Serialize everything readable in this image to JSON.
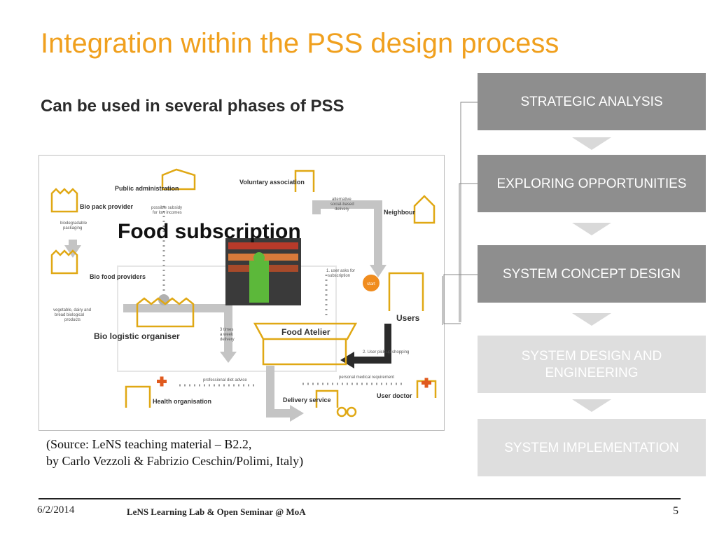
{
  "slide": {
    "title": "Integration within the PSS design process",
    "subtitle": "Can be used in several phases of PSS",
    "source_line1": "(Source: LeNS teaching material – B2.2,",
    "source_line2": "by Carlo Vezzoli & Fabrizio Ceschin/Polimi, Italy)"
  },
  "diagram": {
    "headline": "Food subscription",
    "nodes": {
      "public_administration": "Public administration",
      "voluntary_association": "Voluntary association",
      "bio_pack_provider": "Bio pack provider",
      "bio_food_providers": "Bio food providers",
      "neighbour": "Neighbour",
      "users": "Users",
      "bio_logistic_organiser": "Bio logistic organiser",
      "food_atelier": "Food Atelier",
      "health_organisation": "Health organisation",
      "delivery_service": "Delivery service",
      "user_doctor": "User doctor"
    },
    "flows": {
      "possible_subsidy": "possible subsidy",
      "for_low_incomes": "for low incomes",
      "biodegradable": "biodegradable",
      "packaging": "packaging",
      "alternative": "alternative",
      "social_based": "social-based",
      "delivery": "delivery",
      "vegetable": "vegetable, dairy and",
      "bread": "bread biological",
      "products": "products",
      "user_asks_1": "1. user asks for",
      "user_asks_2": "subscription",
      "start": "start",
      "three_times_1": "3 times",
      "three_times_2": "a week",
      "three_times_3": "delivery",
      "pickup": "2. User pick-up shopping",
      "diet_advice": "professional diet advice",
      "medical_requirement": "personal medical requirement"
    }
  },
  "phases": [
    {
      "label": "STRATEGIC ANALYSIS",
      "state": "active"
    },
    {
      "label": "EXPLORING OPPORTUNITIES",
      "state": "active"
    },
    {
      "label": "SYSTEM CONCEPT DESIGN",
      "state": "active"
    },
    {
      "label": "SYSTEM DESIGN AND ENGINEERING",
      "state": "inactive"
    },
    {
      "label": "SYSTEM IMPLEMENTATION",
      "state": "inactive"
    }
  ],
  "footer": {
    "date": "6/2/2014",
    "center": "LeNS Learning Lab & Open Seminar @ MoA",
    "page": "5"
  },
  "colors": {
    "title": "#f0a01e",
    "diagram_accent": "#e0a814",
    "start_circle": "#f08c1e",
    "phase_active": "#8e8e8e",
    "phase_inactive": "#dedede"
  }
}
